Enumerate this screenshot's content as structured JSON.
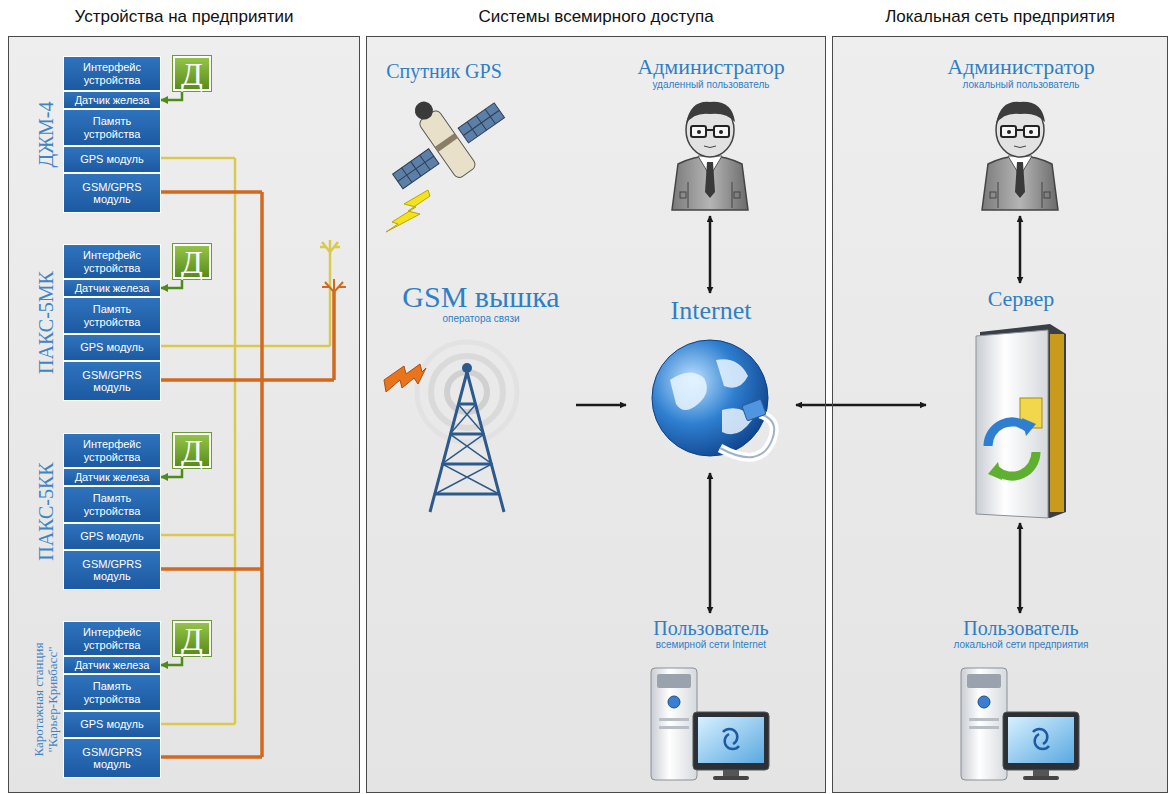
{
  "diagram": {
    "nodes": [
      {
        "text": [
          "Устройства на предприятии"
        ]
      },
      {
        "text": [
          "ДЖМ-4"
        ],
        "in": 0
      },
      {
        "text": [
          "Интерфейс устройства"
        ],
        "in": 1
      },
      {
        "text": [
          "Датчик железа"
        ],
        "in": 1
      },
      {
        "text": [
          "Память устройства"
        ],
        "in": 1
      },
      {
        "text": [
          "GPS модуль"
        ],
        "in": 1
      },
      {
        "text": [
          "GSM/GPRS модуль"
        ],
        "in": 1
      },
      {
        "text": [
          "Д"
        ],
        "in": 0
      },
      {
        "text": [
          "ПАКС-5МК"
        ],
        "in": 0
      },
      {
        "text": [
          "Интерфейс устройства"
        ],
        "in": 8
      },
      {
        "text": [
          "Датчик железа"
        ],
        "in": 8
      },
      {
        "text": [
          "Память устройства"
        ],
        "in": 8
      },
      {
        "text": [
          "GPS модуль"
        ],
        "in": 8
      },
      {
        "text": [
          "GSM/GPRS модуль"
        ],
        "in": 8
      },
      {
        "text": [
          "Д"
        ],
        "in": 0
      },
      {
        "text": [
          "ПАКС-5КК"
        ],
        "in": 0
      },
      {
        "text": [
          "Интерфейс устройства"
        ],
        "in": 15
      },
      {
        "text": [
          "Датчик железа"
        ],
        "in": 15
      },
      {
        "text": [
          "Память устройства"
        ],
        "in": 15
      },
      {
        "text": [
          "GPS модуль"
        ],
        "in": 15
      },
      {
        "text": [
          "GSM/GPRS модуль"
        ],
        "in": 15
      },
      {
        "text": [
          "Д"
        ],
        "in": 0
      },
      {
        "text": [
          "Каротажная станция \"Карьер-Кривбасс\""
        ],
        "in": 0
      },
      {
        "text": [
          "Интерфейс устройства"
        ],
        "in": 22
      },
      {
        "text": [
          "Датчик железа"
        ],
        "in": 22
      },
      {
        "text": [
          "Память устройства"
        ],
        "in": 22
      },
      {
        "text": [
          "GPS модуль"
        ],
        "in": 22
      },
      {
        "text": [
          "GSM/GPRS модуль"
        ],
        "in": 22
      },
      {
        "text": [
          "Д"
        ],
        "in": 0
      },
      {
        "text": [
          "Системы всемирного доступа"
        ]
      },
      {
        "text": [
          "Спутник GPS"
        ],
        "in": 29
      },
      {
        "text": [
          "Администратор",
          "удаленный пользователь"
        ],
        "in": 29
      },
      {
        "text": [
          "GSM вышка",
          "оператора связи"
        ],
        "in": 29
      },
      {
        "text": [
          "Internet"
        ],
        "in": 29
      },
      {
        "text": [
          "Пользователь",
          "всемирной сети Internet"
        ],
        "in": 29
      },
      {
        "text": [
          "Локальная сеть предприятия"
        ]
      },
      {
        "text": [
          "Администратор",
          "локальный пользователь"
        ],
        "in": 35
      },
      {
        "text": [
          "Сервер"
        ],
        "in": 35
      },
      {
        "text": [
          "Пользователь",
          "локальной сети предприятия"
        ],
        "in": 35
      }
    ],
    "edges": [
      {
        "from": 7,
        "to": 3,
        "arrow": "to"
      },
      {
        "from": 14,
        "to": 10,
        "arrow": "to"
      },
      {
        "from": 21,
        "to": 17,
        "arrow": "to"
      },
      {
        "from": 28,
        "to": 24,
        "arrow": "to"
      },
      {
        "from": 32,
        "to": 33,
        "arrow": "to"
      },
      {
        "from": 31,
        "to": 33,
        "arrow": "both"
      },
      {
        "from": 33,
        "to": 34,
        "arrow": "both"
      },
      {
        "from": 33,
        "to": 37,
        "arrow": "both"
      },
      {
        "from": 36,
        "to": 37,
        "arrow": "both"
      },
      {
        "from": 37,
        "to": 38,
        "arrow": "both"
      }
    ]
  }
}
